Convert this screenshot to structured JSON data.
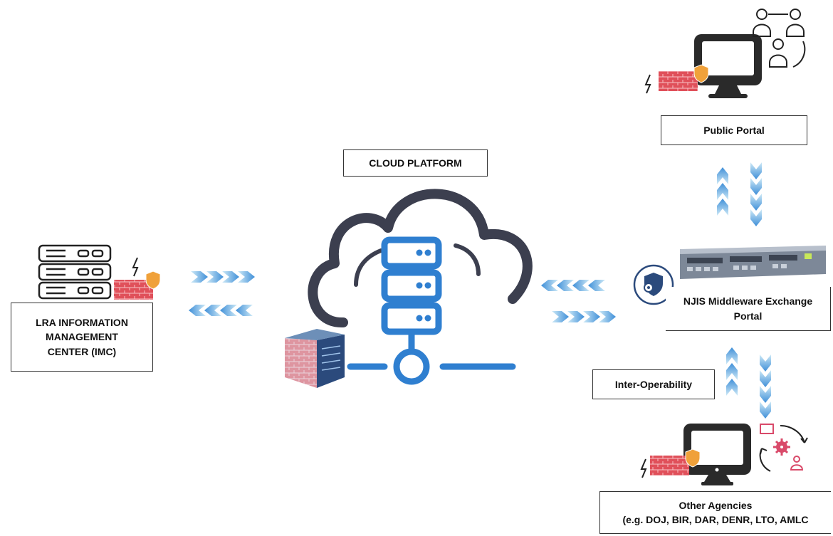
{
  "labels": {
    "cloud_platform": "CLOUD PLATFORM",
    "lra_imc_line1": "LRA INFORMATION",
    "lra_imc_line2": "MANAGEMENT",
    "lra_imc_line3": "CENTER (IMC)",
    "public_portal": "Public Portal",
    "middleware_line1": "NJIS Middleware Exchange",
    "middleware_line2": "Portal",
    "interoperability": "Inter-Operability",
    "other_agencies_line1": "Other Agencies",
    "other_agencies_line2": "(e.g. DOJ, BIR, DAR, DENR, LTO, AMLC"
  },
  "colors": {
    "arrow_blue": "#3f8fd8",
    "arrow_light": "#a9d8f0",
    "cloud_outline": "#3c3f4f",
    "server_blue": "#2f7fd0",
    "firewall_red": "#e0505a",
    "shield_orange": "#f0a13a",
    "agency_pink": "#d94a6a"
  },
  "icons": [
    "server-rack-icon",
    "firewall-icon",
    "cloud-server-icon",
    "datacenter-icon",
    "monitor-icon",
    "users-network-icon",
    "middleware-device-icon",
    "shield-gear-icon",
    "sync-icon"
  ]
}
